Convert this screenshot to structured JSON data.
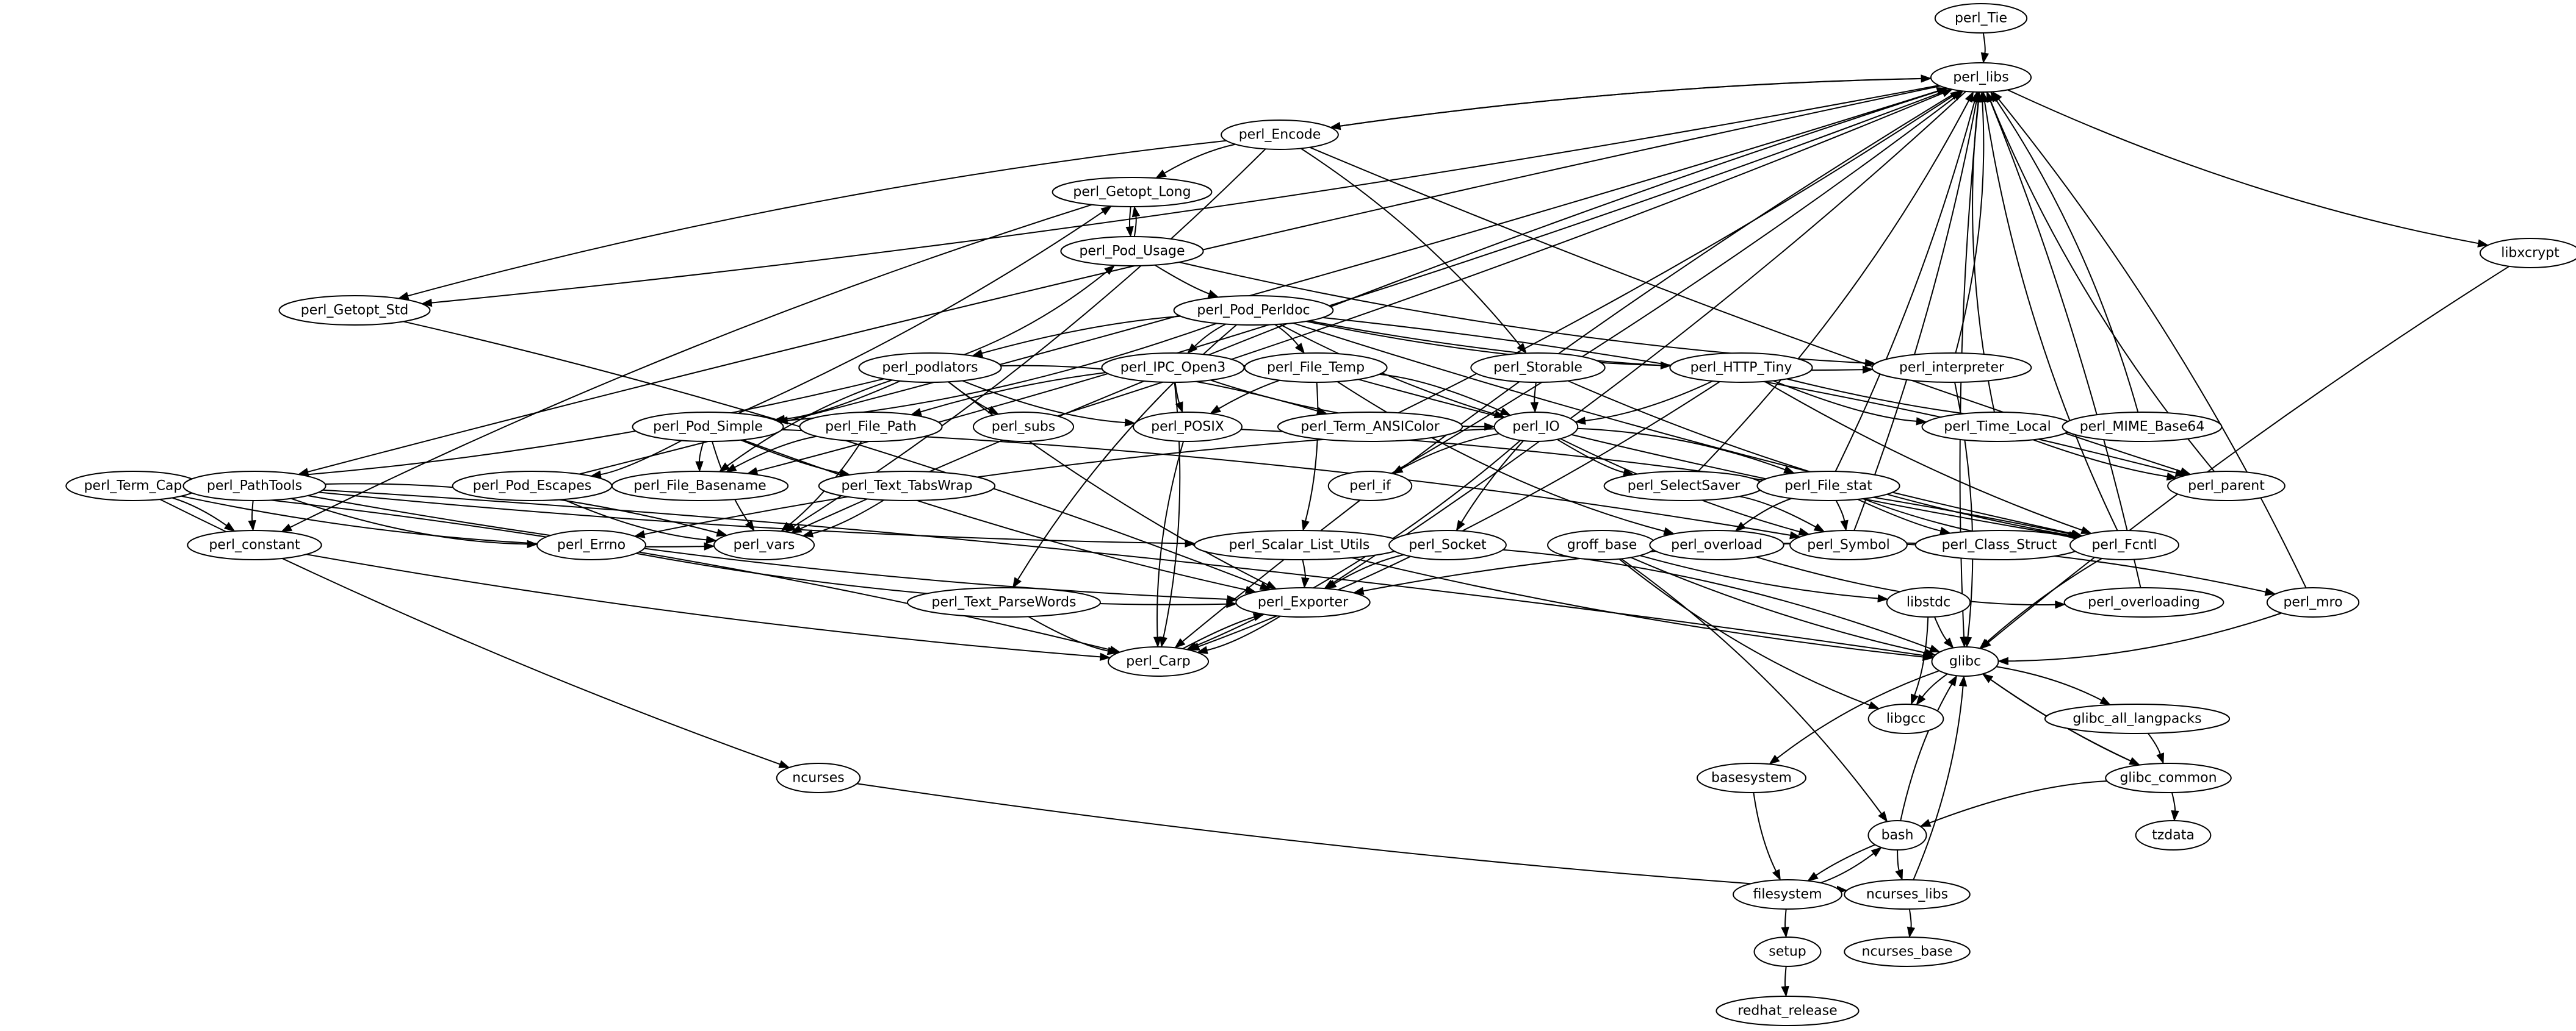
{
  "diagram": {
    "type": "directed-dependency-graph",
    "nodes": [
      "perl_Tie",
      "perl_libs",
      "perl_Encode",
      "libxcrypt",
      "perl_Getopt_Long",
      "perl_Pod_Usage",
      "perl_Getopt_Std",
      "perl_Pod_Perldoc",
      "perl_podlators",
      "perl_IPC_Open3",
      "perl_File_Temp",
      "perl_Storable",
      "perl_HTTP_Tiny",
      "perl_interpreter",
      "perl_Pod_Simple",
      "perl_File_Path",
      "perl_subs",
      "perl_POSIX",
      "perl_Term_ANSIColor",
      "perl_IO",
      "perl_Time_Local",
      "perl_MIME_Base64",
      "perl_Term_Cap",
      "perl_PathTools",
      "perl_Pod_Escapes",
      "perl_File_Basename",
      "perl_Text_TabsWrap",
      "perl_if",
      "perl_SelectSaver",
      "perl_File_stat",
      "perl_parent",
      "perl_constant",
      "perl_Errno",
      "perl_vars",
      "perl_Scalar_List_Utils",
      "perl_Socket",
      "groff_base",
      "perl_overload",
      "perl_Symbol",
      "perl_Class_Struct",
      "perl_Fcntl",
      "perl_Text_ParseWords",
      "perl_Exporter",
      "libstdc",
      "perl_overloading",
      "perl_mro",
      "perl_Carp",
      "glibc",
      "libgcc",
      "glibc_all_langpacks",
      "ncurses",
      "basesystem",
      "glibc_common",
      "bash",
      "tzdata",
      "filesystem",
      "ncurses_libs",
      "setup",
      "ncurses_base",
      "redhat_release"
    ],
    "edges": [
      [
        "perl_Tie",
        "perl_libs"
      ],
      [
        "perl_libs",
        "perl_Encode"
      ],
      [
        "perl_libs",
        "libxcrypt"
      ],
      [
        "perl_libs",
        "perl_Getopt_Std"
      ],
      [
        "perl_libs",
        "perl_PathTools"
      ],
      [
        "perl_libs",
        "perl_Carp"
      ],
      [
        "perl_libs",
        "perl_Exporter"
      ],
      [
        "perl_libs",
        "glibc"
      ],
      [
        "perl_libs",
        "perl_vars"
      ],
      [
        "perl_libs",
        "perl_File_Basename"
      ],
      [
        "perl_Encode",
        "perl_libs"
      ],
      [
        "perl_Encode",
        "perl_Getopt_Long"
      ],
      [
        "perl_Encode",
        "perl_Storable"
      ],
      [
        "perl_Encode",
        "perl_parent"
      ],
      [
        "perl_Encode",
        "perl_Getopt_Std"
      ],
      [
        "perl_Encode",
        "perl_vars"
      ],
      [
        "perl_Getopt_Long",
        "perl_Pod_Usage"
      ],
      [
        "perl_Getopt_Long",
        "perl_constant"
      ],
      [
        "perl_Pod_Usage",
        "perl_Getopt_Long"
      ],
      [
        "perl_Pod_Usage",
        "perl_Pod_Perldoc"
      ],
      [
        "perl_Pod_Usage",
        "perl_interpreter"
      ],
      [
        "perl_Getopt_Std",
        "perl_Exporter"
      ],
      [
        "perl_Pod_Perldoc",
        "perl_podlators"
      ],
      [
        "perl_Pod_Perldoc",
        "perl_IPC_Open3"
      ],
      [
        "perl_Pod_Perldoc",
        "perl_File_Temp"
      ],
      [
        "perl_Pod_Perldoc",
        "perl_HTTP_Tiny"
      ],
      [
        "perl_Pod_Perldoc",
        "perl_interpreter"
      ],
      [
        "perl_Pod_Perldoc",
        "perl_Pod_Simple"
      ],
      [
        "perl_Pod_Perldoc",
        "perl_IO"
      ],
      [
        "perl_Pod_Perldoc",
        "perl_Text_ParseWords"
      ],
      [
        "perl_Pod_Perldoc",
        "perl_parent"
      ],
      [
        "perl_Pod_Perldoc",
        "perl_Fcntl"
      ],
      [
        "perl_podlators",
        "perl_Pod_Usage"
      ],
      [
        "perl_podlators",
        "perl_Pod_Simple"
      ],
      [
        "perl_podlators",
        "perl_subs"
      ],
      [
        "perl_podlators",
        "perl_POSIX"
      ],
      [
        "perl_podlators",
        "perl_Term_Cap"
      ],
      [
        "perl_podlators",
        "perl_Exporter"
      ],
      [
        "perl_podlators",
        "perl_File_Basename"
      ],
      [
        "perl_podlators",
        "perl_Term_ANSIColor"
      ],
      [
        "perl_IPC_Open3",
        "perl_POSIX"
      ],
      [
        "perl_IPC_Open3",
        "perl_IO"
      ],
      [
        "perl_IPC_Open3",
        "perl_Carp"
      ],
      [
        "perl_File_Temp",
        "perl_POSIX"
      ],
      [
        "perl_File_Temp",
        "perl_File_Path"
      ],
      [
        "perl_File_Temp",
        "perl_IO"
      ],
      [
        "perl_File_Temp",
        "perl_Fcntl"
      ],
      [
        "perl_File_Temp",
        "perl_overload"
      ],
      [
        "perl_File_Temp",
        "perl_Scalar_List_Utils"
      ],
      [
        "perl_Storable",
        "perl_IO"
      ],
      [
        "perl_Storable",
        "perl_Fcntl"
      ],
      [
        "perl_HTTP_Tiny",
        "perl_IO"
      ],
      [
        "perl_HTTP_Tiny",
        "perl_MIME_Base64"
      ],
      [
        "perl_HTTP_Tiny",
        "perl_Time_Local"
      ],
      [
        "perl_HTTP_Tiny",
        "perl_Carp"
      ],
      [
        "perl_HTTP_Tiny",
        "perl_Fcntl"
      ],
      [
        "perl_interpreter",
        "perl_libs"
      ],
      [
        "perl_interpreter",
        "glibc"
      ],
      [
        "perl_Pod_Simple",
        "perl_Getopt_Long"
      ],
      [
        "perl_Pod_Simple",
        "perl_File_Basename"
      ],
      [
        "perl_Pod_Simple",
        "perl_Pod_Escapes"
      ],
      [
        "perl_Pod_Simple",
        "perl_Text_TabsWrap"
      ],
      [
        "perl_Pod_Simple",
        "perl_vars"
      ],
      [
        "perl_Pod_Simple",
        "perl_Symbol"
      ],
      [
        "perl_Pod_Simple",
        "perl_Exporter"
      ],
      [
        "perl_File_Path",
        "perl_File_Basename"
      ],
      [
        "perl_File_Path",
        "perl_vars"
      ],
      [
        "perl_subs",
        "perl_libs"
      ],
      [
        "perl_POSIX",
        "perl_Carp"
      ],
      [
        "perl_POSIX",
        "perl_Fcntl"
      ],
      [
        "perl_Term_ANSIColor",
        "perl_libs"
      ],
      [
        "perl_IO",
        "perl_SelectSaver"
      ],
      [
        "perl_IO",
        "perl_File_stat"
      ],
      [
        "perl_IO",
        "perl_Socket"
      ],
      [
        "perl_IO",
        "perl_Errno"
      ],
      [
        "perl_IO",
        "perl_Carp"
      ],
      [
        "perl_IO",
        "perl_Symbol"
      ],
      [
        "perl_IO",
        "perl_if"
      ],
      [
        "perl_Time_Local",
        "perl_libs"
      ],
      [
        "perl_Time_Local",
        "perl_parent"
      ],
      [
        "perl_MIME_Base64",
        "perl_libs"
      ],
      [
        "perl_Term_Cap",
        "perl_constant"
      ],
      [
        "perl_Term_Cap",
        "ncurses"
      ],
      [
        "perl_Term_Cap",
        "perl_vars"
      ],
      [
        "perl_Term_Cap",
        "perl_Carp"
      ],
      [
        "perl_PathTools",
        "perl_constant"
      ],
      [
        "perl_PathTools",
        "perl_Errno"
      ],
      [
        "perl_PathTools",
        "perl_vars"
      ],
      [
        "perl_PathTools",
        "perl_Scalar_List_Utils"
      ],
      [
        "perl_PathTools",
        "perl_Exporter"
      ],
      [
        "perl_PathTools",
        "glibc"
      ],
      [
        "perl_Pod_Escapes",
        "perl_libs"
      ],
      [
        "perl_Pod_Escapes",
        "perl_vars"
      ],
      [
        "perl_Text_TabsWrap",
        "perl_vars"
      ],
      [
        "perl_if",
        "perl_libs"
      ],
      [
        "perl_SelectSaver",
        "perl_libs"
      ],
      [
        "perl_SelectSaver",
        "perl_Symbol"
      ],
      [
        "perl_File_stat",
        "perl_libs"
      ],
      [
        "perl_File_stat",
        "perl_overload"
      ],
      [
        "perl_File_stat",
        "perl_Symbol"
      ],
      [
        "perl_File_stat",
        "perl_Class_Struct"
      ],
      [
        "perl_File_stat",
        "perl_Fcntl"
      ],
      [
        "perl_parent",
        "perl_libs"
      ],
      [
        "perl_constant",
        "perl_Carp"
      ],
      [
        "perl_Errno",
        "perl_Exporter"
      ],
      [
        "perl_Scalar_List_Utils",
        "perl_Exporter"
      ],
      [
        "perl_Scalar_List_Utils",
        "glibc"
      ],
      [
        "perl_Socket",
        "perl_Exporter"
      ],
      [
        "perl_Socket",
        "glibc"
      ],
      [
        "groff_base",
        "libstdc"
      ],
      [
        "groff_base",
        "libgcc"
      ],
      [
        "groff_base",
        "bash"
      ],
      [
        "groff_base",
        "glibc"
      ],
      [
        "perl_overload",
        "perl_overloading"
      ],
      [
        "perl_overload",
        "perl_mro"
      ],
      [
        "perl_Symbol",
        "perl_libs"
      ],
      [
        "perl_Class_Struct",
        "perl_Exporter"
      ],
      [
        "perl_Fcntl",
        "perl_libs"
      ],
      [
        "perl_Fcntl",
        "glibc"
      ],
      [
        "perl_Text_ParseWords",
        "perl_Carp"
      ],
      [
        "perl_Exporter",
        "perl_Carp"
      ],
      [
        "perl_Carp",
        "perl_Exporter"
      ],
      [
        "libstdc",
        "glibc"
      ],
      [
        "libstdc",
        "libgcc"
      ],
      [
        "perl_overloading",
        "perl_libs"
      ],
      [
        "perl_mro",
        "perl_libs"
      ],
      [
        "perl_mro",
        "glibc"
      ],
      [
        "libxcrypt",
        "glibc"
      ],
      [
        "glibc",
        "libgcc"
      ],
      [
        "glibc",
        "glibc_all_langpacks"
      ],
      [
        "glibc",
        "glibc_common"
      ],
      [
        "glibc",
        "basesystem"
      ],
      [
        "glibc_all_langpacks",
        "glibc_common"
      ],
      [
        "glibc_common",
        "glibc"
      ],
      [
        "glibc_common",
        "bash"
      ],
      [
        "glibc_common",
        "tzdata"
      ],
      [
        "ncurses",
        "ncurses_libs"
      ],
      [
        "basesystem",
        "filesystem"
      ],
      [
        "bash",
        "glibc"
      ],
      [
        "bash",
        "filesystem"
      ],
      [
        "bash",
        "ncurses_libs"
      ],
      [
        "filesystem",
        "bash"
      ],
      [
        "filesystem",
        "setup"
      ],
      [
        "ncurses_libs",
        "glibc"
      ],
      [
        "ncurses_libs",
        "ncurses_base"
      ],
      [
        "setup",
        "redhat_release"
      ]
    ]
  }
}
